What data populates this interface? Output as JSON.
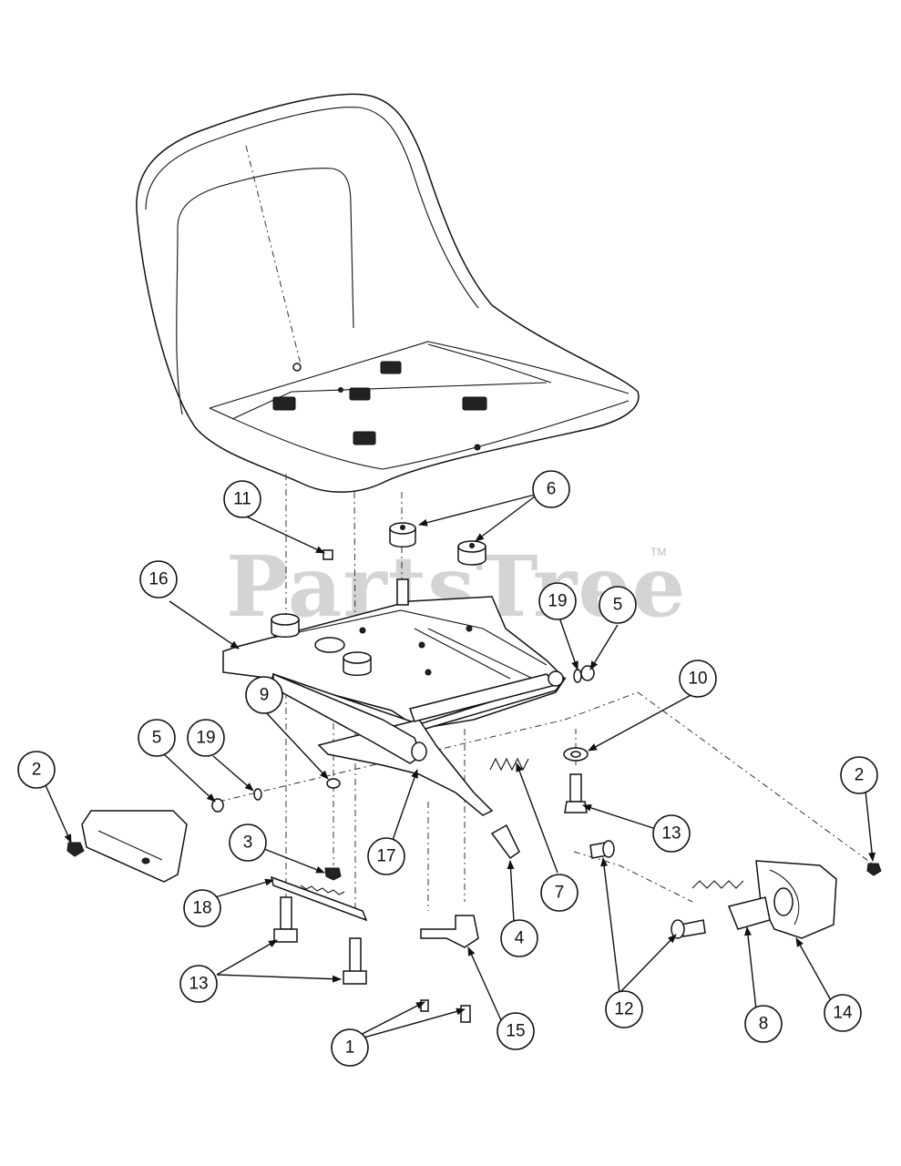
{
  "watermark": {
    "text": "PartsTree",
    "tm": "TM"
  },
  "callouts": [
    {
      "label": "1"
    },
    {
      "label": "2"
    },
    {
      "label": "2"
    },
    {
      "label": "3"
    },
    {
      "label": "4"
    },
    {
      "label": "5"
    },
    {
      "label": "5"
    },
    {
      "label": "6"
    },
    {
      "label": "7"
    },
    {
      "label": "8"
    },
    {
      "label": "9"
    },
    {
      "label": "10"
    },
    {
      "label": "11"
    },
    {
      "label": "12"
    },
    {
      "label": "13"
    },
    {
      "label": "13"
    },
    {
      "label": "14"
    },
    {
      "label": "15"
    },
    {
      "label": "16"
    },
    {
      "label": "17"
    },
    {
      "label": "18"
    },
    {
      "label": "19"
    },
    {
      "label": "19"
    }
  ]
}
